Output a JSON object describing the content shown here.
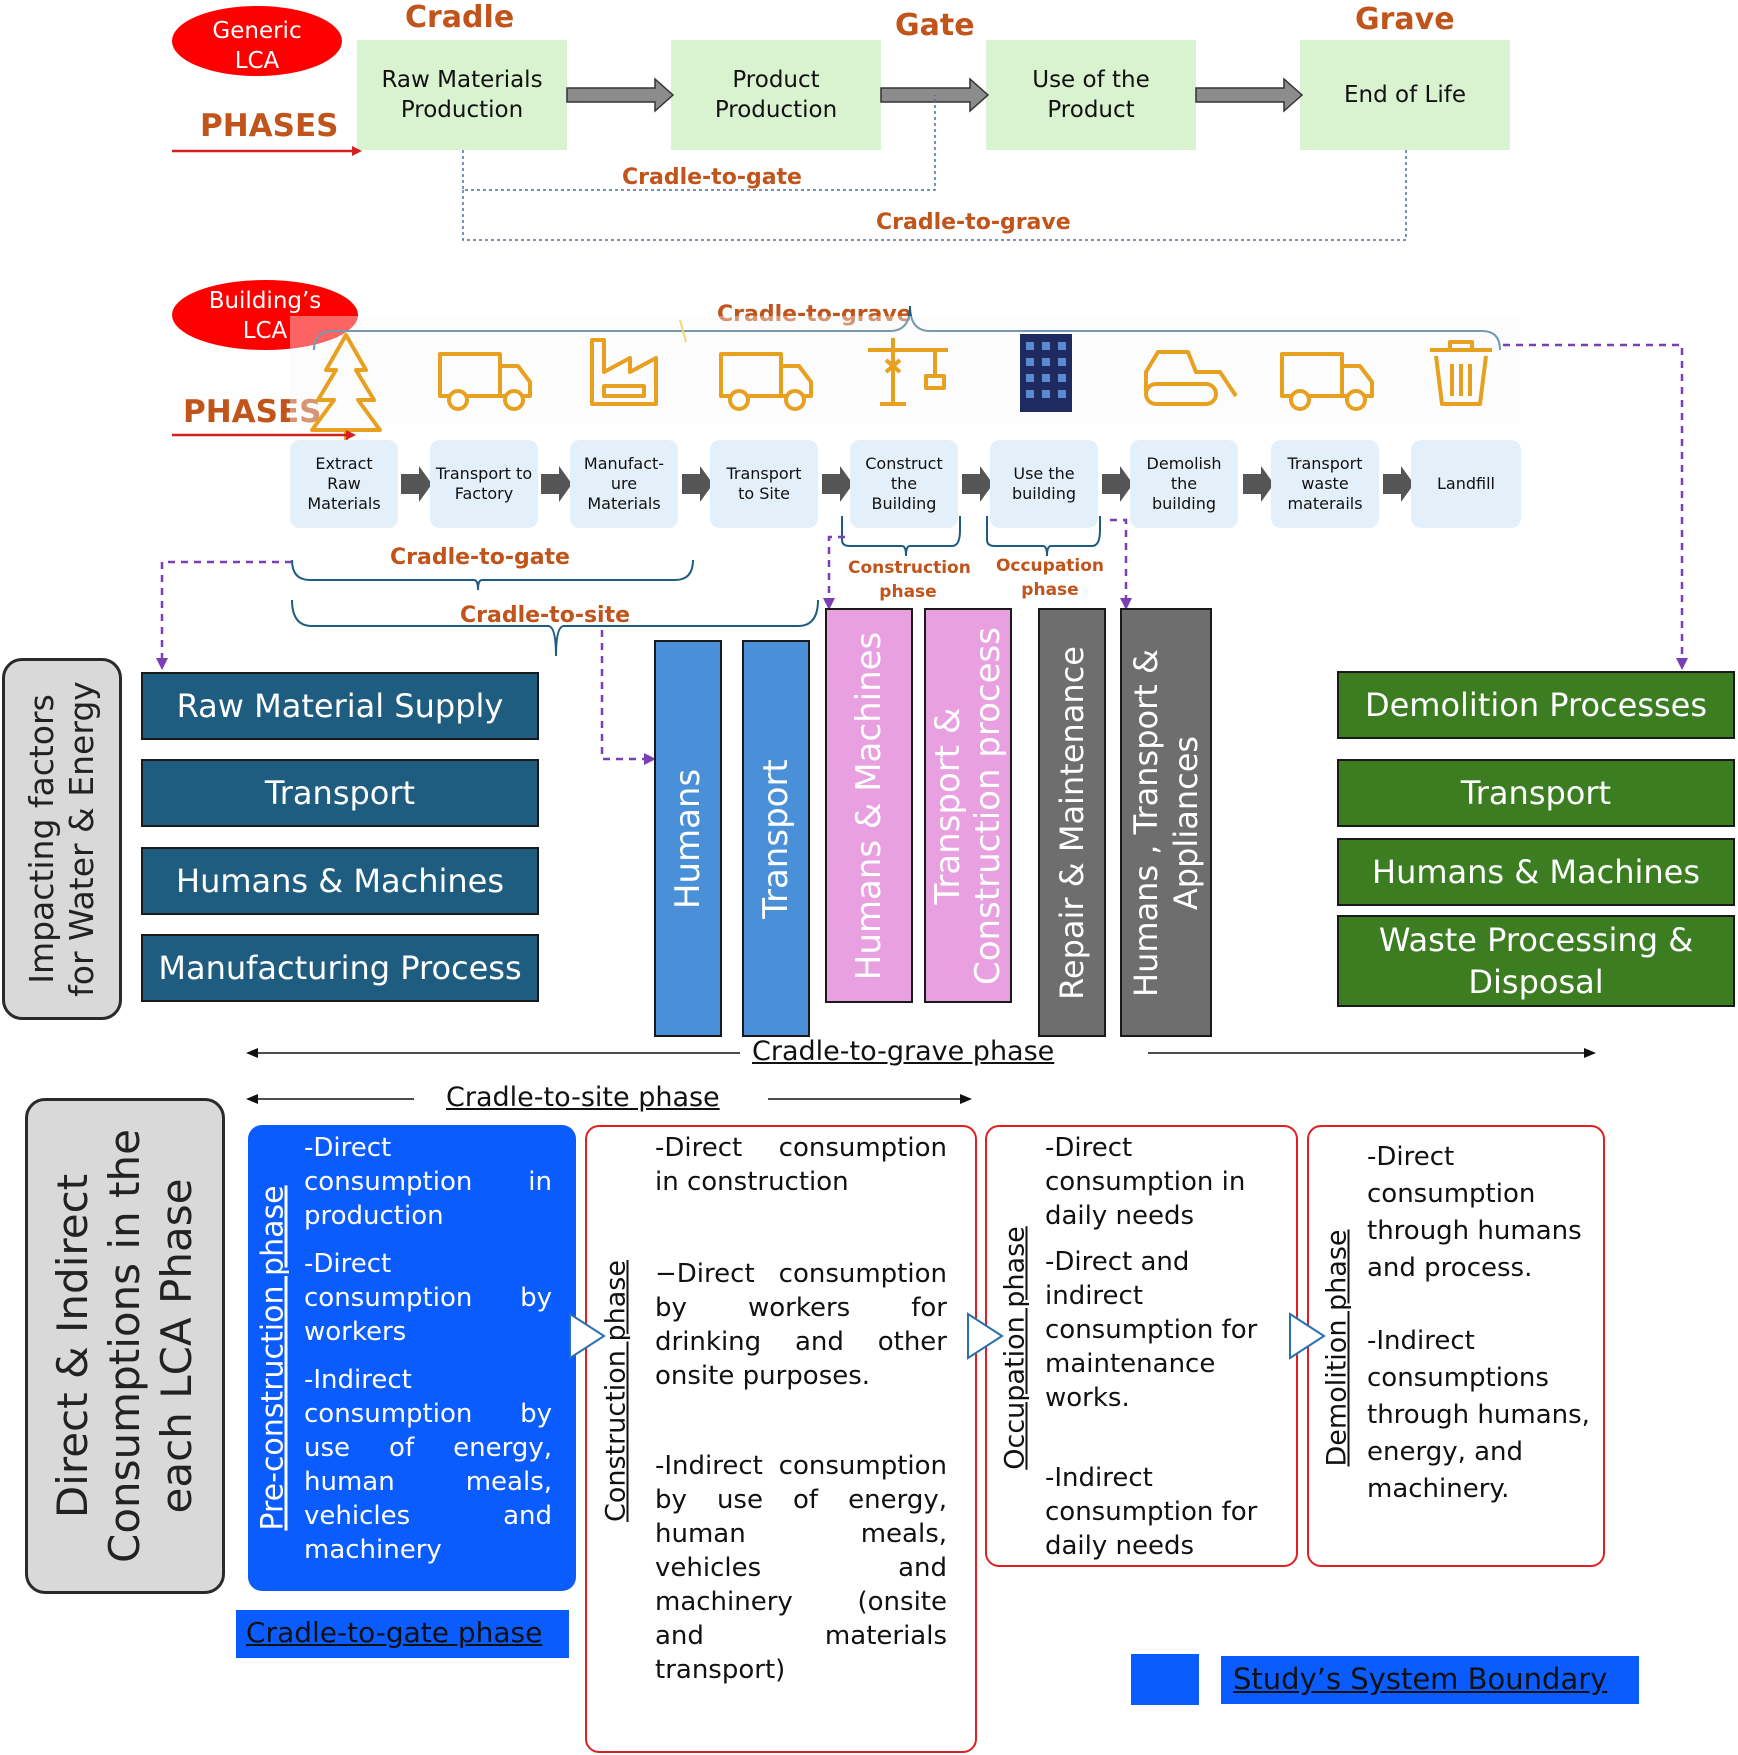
{
  "generic": {
    "badge": "Generic LCA",
    "phases_label": "PHASES",
    "stage_titles": [
      "Cradle",
      "Gate",
      "Grave"
    ],
    "boxes": [
      "Raw Materials Production",
      "Product Production",
      "Use of the Product",
      "End of Life"
    ],
    "cradle_to_gate": "Cradle-to-gate",
    "cradle_to_grave": "Cradle-to-grave"
  },
  "building": {
    "badge": "Building’s LCA",
    "phases_label": "PHASES",
    "cradle_to_grave": "Cradle-to-grave",
    "icons": [
      "tree-icon",
      "truck-icon",
      "factory-icon",
      "truck-icon",
      "crane-icon",
      "building-icon",
      "bulldozer-icon",
      "truck-icon",
      "trash-bin-icon"
    ],
    "steps": [
      "Extract Raw Materials",
      "Transport to Factory",
      "Manufact- ure Materials",
      "Transport to Site",
      "Construct the Building",
      "Use the building",
      "Demolish the building",
      "Transport waste materails",
      "Landfill"
    ],
    "cradle_to_gate": "Cradle-to-gate",
    "cradle_to_site": "Cradle-to-site",
    "construction_phase": "Construction phase",
    "occupation_phase": "Occupation phase"
  },
  "impacting": {
    "label": "Impacting factors for Water & Energy",
    "left": [
      "Raw Material Supply",
      "Transport",
      "Humans & Machines",
      "Manufacturing Process"
    ],
    "bars": [
      "Humans",
      "Transport",
      "Humans & Machines",
      "Transport & Construction process",
      "Repair & Maintenance",
      "Humans , Transport & Appliances"
    ],
    "right": [
      "Demolition Processes",
      "Transport",
      "Humans & Machines",
      "Waste Processing & Disposal"
    ]
  },
  "colors": {
    "accent_orange": "#c0541b",
    "badge_red": "#ff0000",
    "teal": "#1f5d80",
    "blue_bar": "#4a90d9",
    "pink_bar": "#e8a0e0",
    "grey_bar": "#6e6e6e",
    "green": "#3c7d22",
    "boundary_blue": "#0a5cff",
    "box_red": "#e02020",
    "dashed_purple": "#7b3fb5"
  },
  "spans": {
    "cradle_to_grave_phase": "Cradle-to-grave phase",
    "cradle_to_site_phase": "Cradle-to-site phase",
    "cradle_to_gate_phase": "Cradle-to-gate phase"
  },
  "consumption": {
    "label": "Direct & Indirect Consumptions in the each LCA Phase",
    "pre_construction": {
      "phase": "Pre-construction phase",
      "items": [
        "-Direct consumption in production",
        "-Direct consumption by workers",
        "-Indirect consumption by use of energy, human meals, vehicles and machinery"
      ]
    },
    "construction": {
      "phase": "Construction phase",
      "items": [
        "-Direct consumption in construction",
        "−Direct consumption by workers for drinking and other onsite purposes.",
        "-Indirect consumption by use of energy, human meals, vehicles and machinery (onsite and materials transport)"
      ]
    },
    "occupation": {
      "phase": "Occupation phase",
      "items": [
        "-Direct consumption in daily needs",
        "-Direct and indirect consumption for maintenance works.",
        "-Indirect consumption for daily needs"
      ]
    },
    "demolition": {
      "phase": "Demolition phase",
      "items": [
        "-Direct consumption through humans and process.",
        "-Indirect consumptions through humans, energy, and machinery."
      ]
    }
  },
  "legend": {
    "label": "Study’s System Boundary"
  }
}
